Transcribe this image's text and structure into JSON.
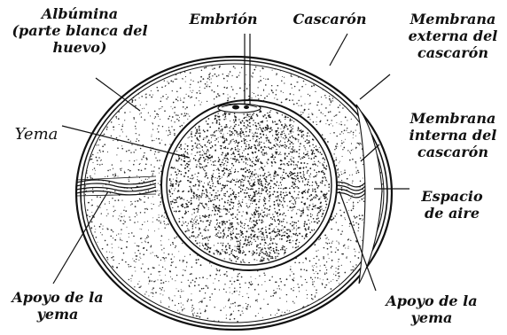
{
  "colors": {
    "ink": "#111111",
    "paper": "#ffffff",
    "albumen_stipple": "#2a2a2a",
    "yolk_stipple": "#1a1a1a"
  },
  "labels": {
    "albumina": [
      "Albúmina",
      "(parte blanca del",
      "huevo)"
    ],
    "embrion": "Embrión",
    "cascaron": "Cascarón",
    "membrana_externa": [
      "Membrana",
      "externa del",
      "cascarón"
    ],
    "yema": "Yema",
    "membrana_interna": [
      "Membrana",
      "interna del",
      "cascarón"
    ],
    "espacio_aire": [
      "Espacio",
      "de aire"
    ],
    "apoyo_izq": [
      "Apoyo de la",
      "yema"
    ],
    "apoyo_der": [
      "Apoyo de la",
      "yema"
    ]
  }
}
